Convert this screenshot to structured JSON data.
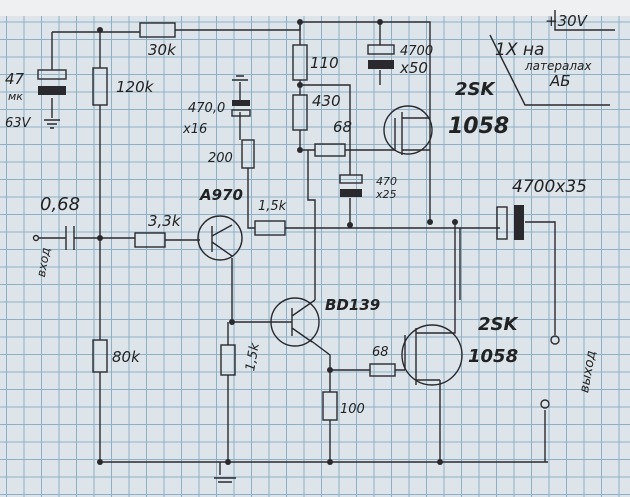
{
  "title": "Hand-drawn amplifier schematic",
  "note": {
    "line1": "1X на",
    "line2": "латералах",
    "line3": "АБ"
  },
  "supply": "+30V",
  "input_label": "вход",
  "output_label": "выход",
  "components": {
    "c1": {
      "value": "47",
      "unit": "мк",
      "voltage": "63V"
    },
    "r_top": "30k",
    "r_bias": "120k",
    "r_low": "80k",
    "c_in": "0,68",
    "r_base": "3,3k",
    "q1": "A970",
    "c2": {
      "value": "470,0",
      "voltage": "x16"
    },
    "r200": "200",
    "r15a": "1,5k",
    "r15b": "1,5k",
    "r110": "110",
    "r430": "430",
    "r68a": "68",
    "c3": {
      "value": "470",
      "voltage": "x25"
    },
    "c4": {
      "value": "4700",
      "voltage": "x50"
    },
    "q_top": {
      "line1": "2SK",
      "line2": "1058"
    },
    "c_out": "4700x35",
    "q2": "BD139",
    "r68b": "68",
    "r100": "100",
    "q_bot": {
      "line1": "2SK",
      "line2": "1058"
    }
  }
}
